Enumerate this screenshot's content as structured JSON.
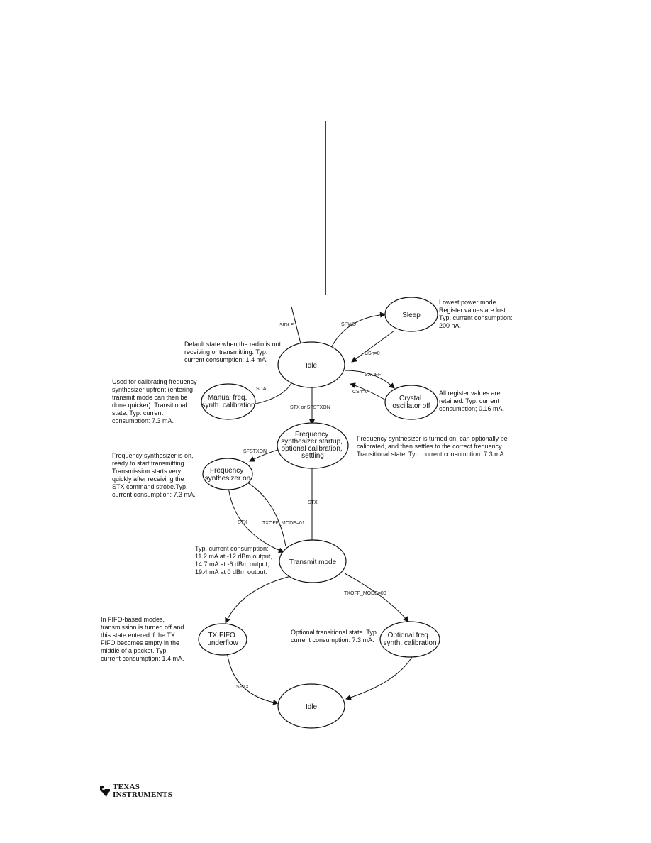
{
  "states": {
    "sleep": [
      "Sleep"
    ],
    "idle": [
      "Idle"
    ],
    "crystal_off": [
      "Crystal",
      "oscillator off"
    ],
    "manual_cal": [
      "Manual freq.",
      "synth. calibration"
    ],
    "fs_startup": [
      "Frequency",
      "synthesizer startup,",
      "optional calibration,",
      "settling"
    ],
    "fs_on": [
      "Frequency",
      "synthesizer on"
    ],
    "transmit": [
      "Transmit mode"
    ],
    "tx_underflow": [
      "TX FIFO",
      "underflow"
    ],
    "opt_cal": [
      "Optional freq.",
      "synth. calibration"
    ],
    "idle_final": [
      "Idle"
    ]
  },
  "edges": {
    "sidle": "SIDLE",
    "spwd": "SPWD",
    "csn_sleep": "CSn=0",
    "sxoff": "SXOFF",
    "csn_xoff": "CSn=0",
    "scal": "SCAL",
    "stx_or_sfstxon": "STX or SFSTXON",
    "sfstxon": "SFSTXON",
    "stx_startup": "STX",
    "stx_fson": "STX",
    "txoff_mode_01": "TXOFF_MODE=01",
    "txoff_mode_00": "TXOFF_MODE=00",
    "sftx": "SFTX"
  },
  "notes": {
    "sleep": [
      "Lowest power mode.",
      "Register values are lost.",
      "Typ. current consumption:",
      "200 nA."
    ],
    "idle": [
      "Default state when the radio is not",
      "receiving or transmitting. Typ.",
      "current consumption: 1.4 mA."
    ],
    "manual_cal": [
      "Used for calibrating frequency",
      "synthesizer upfront (entering",
      "transmit mode can then be",
      "done quicker). Transitional",
      "state. Typ. current",
      "consumption: 7.3 mA."
    ],
    "crystal_off": [
      "All register values are",
      "retained. Typ. current",
      "consumption; 0.16 mA."
    ],
    "fs_startup": [
      "Frequency synthesizer is turned on, can optionally be",
      "calibrated, and then settles to the correct frequency.",
      "Transitional state. Typ. current consumption: 7.3 mA."
    ],
    "fs_on": [
      "Frequency synthesizer is on,",
      "ready to start transmitting.",
      "Transmission starts very",
      "quickly after receiving the",
      "STX command strobe.Typ.",
      "current consumption: 7.3 mA."
    ],
    "transmit": [
      "Typ. current consumption:",
      "11.2 mA at -12 dBm output,",
      "14.7 mA at -6 dBm output,",
      "19.4 mA at 0 dBm output."
    ],
    "tx_underflow": [
      "In FIFO-based modes,",
      "transmission is turned off and",
      "this state entered if the TX",
      "FIFO becomes empty in the",
      "middle of a packet. Typ.",
      "current consumption: 1.4 mA."
    ],
    "opt_cal": [
      "Optional transitional state. Typ.",
      "current consumption: 7.3 mA."
    ]
  },
  "logo": {
    "line1": "TEXAS",
    "line2": "INSTRUMENTS"
  }
}
